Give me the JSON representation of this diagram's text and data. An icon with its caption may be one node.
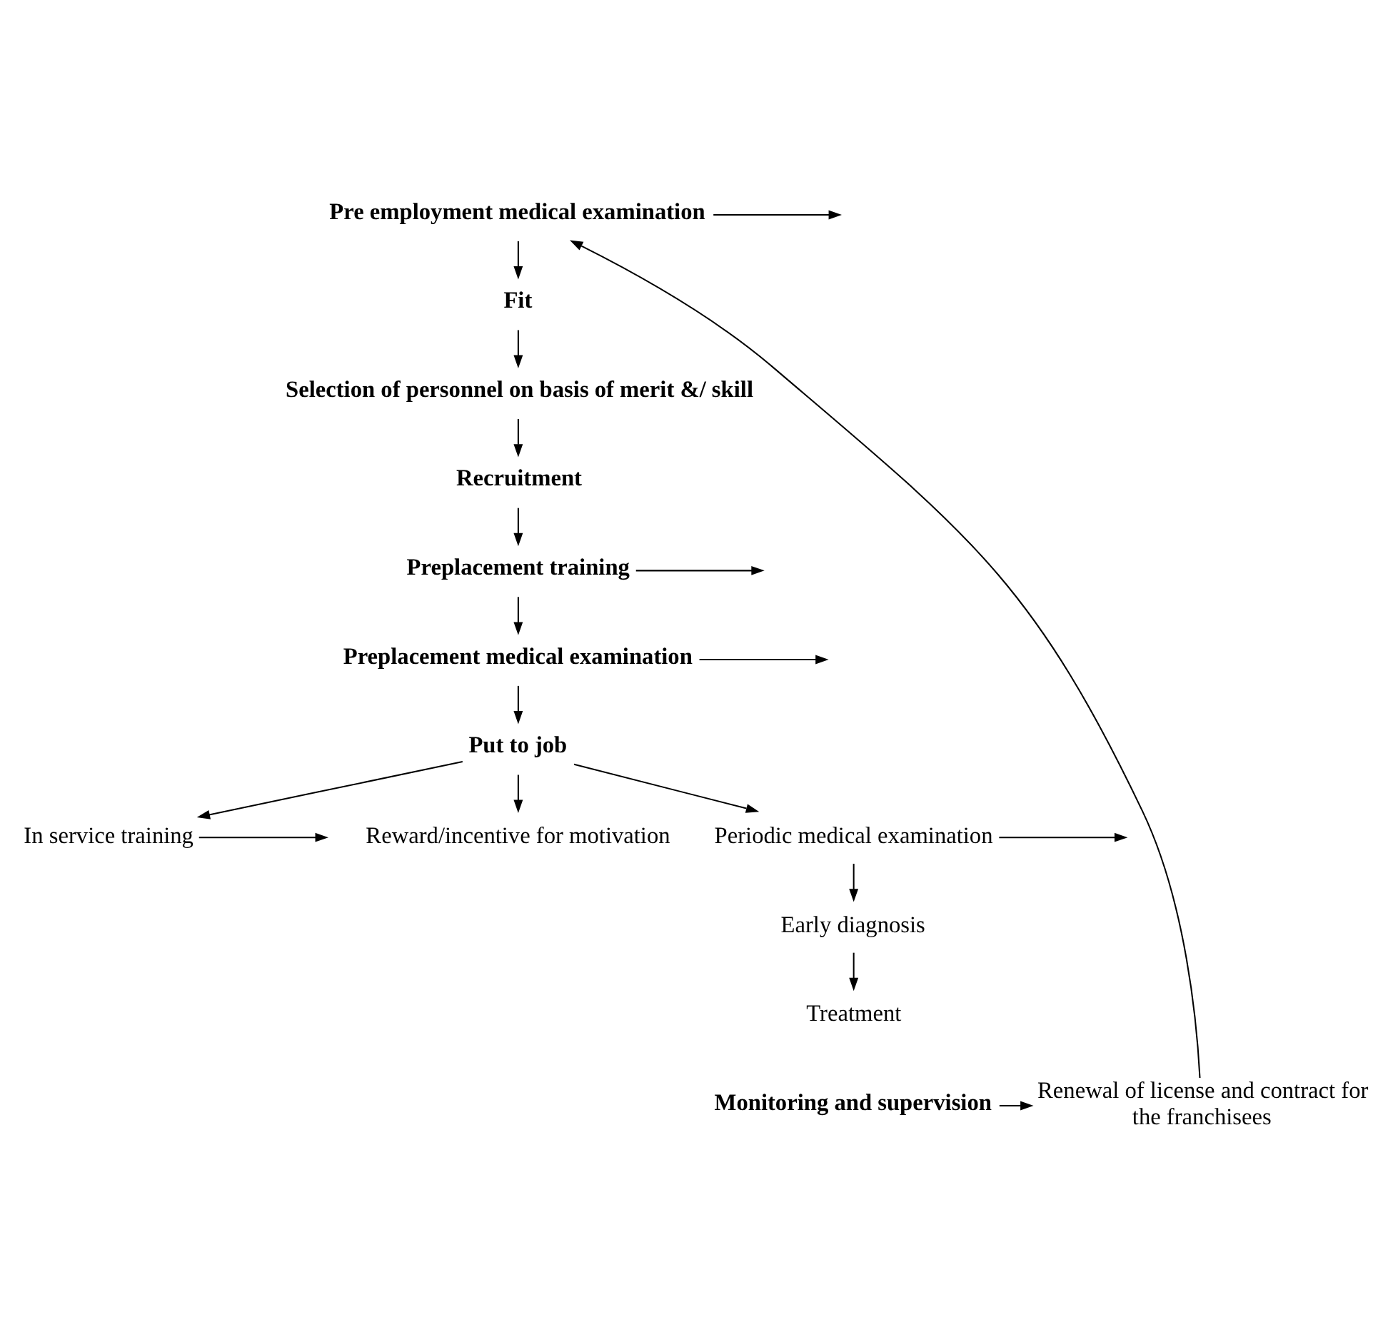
{
  "diagram": {
    "nodes": [
      {
        "text": [
          "Pre employment medical examination"
        ]
      },
      {
        "text": [
          "Fit"
        ]
      },
      {
        "text": [
          "Selection of personnel on basis of merit &/ skill"
        ]
      },
      {
        "text": [
          "Recruitment"
        ]
      },
      {
        "text": [
          "Preplacement training"
        ]
      },
      {
        "text": [
          "Preplacement medical examination"
        ]
      },
      {
        "text": [
          "Put to job"
        ]
      },
      {
        "text": [
          "In service training"
        ]
      },
      {
        "text": [
          "Reward/incentive for motivation"
        ]
      },
      {
        "text": [
          "Periodic medical examination"
        ]
      },
      {
        "text": [
          "Early diagnosis"
        ]
      },
      {
        "text": [
          "Treatment"
        ]
      },
      {
        "text": [
          "Monitoring and supervision"
        ]
      },
      {
        "text": [
          "Renewal of license and contract for the franchisees"
        ]
      }
    ],
    "edges": [
      {
        "from": 0,
        "to": 1,
        "arrow": "to"
      },
      {
        "from": 1,
        "to": 2,
        "arrow": "to"
      },
      {
        "from": 2,
        "to": 3,
        "arrow": "to"
      },
      {
        "from": 3,
        "to": 4,
        "arrow": "to"
      },
      {
        "from": 4,
        "to": 5,
        "arrow": "to"
      },
      {
        "from": 5,
        "to": 6,
        "arrow": "to"
      },
      {
        "from": 6,
        "to": 7,
        "arrow": "to"
      },
      {
        "from": 6,
        "to": 8,
        "arrow": "to"
      },
      {
        "from": 6,
        "to": 9,
        "arrow": "to"
      },
      {
        "from": 9,
        "to": 10,
        "arrow": "to"
      },
      {
        "from": 10,
        "to": 11,
        "arrow": "to"
      },
      {
        "from": 12,
        "to": 13,
        "arrow": "to"
      },
      {
        "from": 13,
        "to": 0,
        "arrow": "to"
      },
      {
        "from": 0,
        "to": null,
        "arrow": "to"
      },
      {
        "from": 4,
        "to": null,
        "arrow": "to"
      },
      {
        "from": 5,
        "to": null,
        "arrow": "to"
      },
      {
        "from": 7,
        "to": null,
        "arrow": "to"
      },
      {
        "from": 9,
        "to": null,
        "arrow": "to"
      }
    ]
  }
}
